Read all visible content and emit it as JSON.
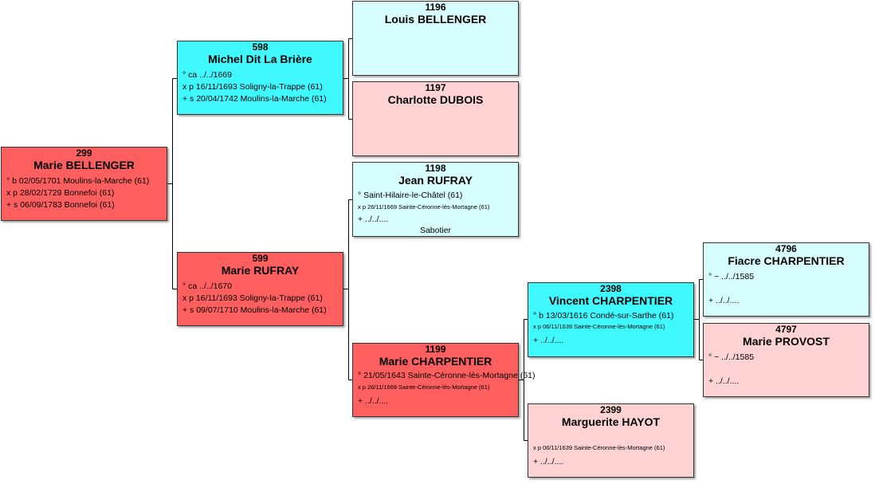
{
  "colors": {
    "red": "#ff5f5f",
    "pink": "#ffd3d3",
    "cyan": "#3ff9ff",
    "light_cyan": "#d8ffff"
  },
  "persons": {
    "p299": {
      "num": "299",
      "name": "Marie BELLENGER",
      "lines": [
        "° b 02/05/1701 Moulins-la-Marche (61)",
        "x p 28/02/1729 Bonnefoi (61)",
        "+ s 06/09/1783 Bonnefoi (61)"
      ]
    },
    "p598": {
      "num": "598",
      "name": "Michel Dit La Brière",
      "lines": [
        "° ca ../../1669",
        "x p 16/11/1693 Soligny-la-Trappe (61)",
        "+ s 20/04/1742 Moulins-la-Marche (61)"
      ]
    },
    "p599": {
      "num": "599",
      "name": "Marie RUFRAY",
      "lines": [
        "° ca ../../1670",
        "x p 16/11/1693 Soligny-la-Trappe (61)",
        "+ s 09/07/1710 Moulins-la-Marche (61)"
      ]
    },
    "p1196": {
      "num": "1196",
      "name": "Louis BELLENGER"
    },
    "p1197": {
      "num": "1197",
      "name": "Charlotte DUBOIS"
    },
    "p1198": {
      "num": "1198",
      "name": "Jean RUFRAY",
      "lines": [
        "° Saint-Hilaire-le-Châtel (61)",
        "x p 26/11/1669 Sainte-Céronne-lès-Mortagne (61)",
        "+ ../../...."
      ],
      "occupation": "Sabotier"
    },
    "p1199": {
      "num": "1199",
      "name": "Marie CHARPENTIER",
      "lines": [
        "° 21/05/1643 Sainte-Céronne-lès-Mortagne (61)",
        "x p 26/11/1669 Sainte-Céronne-lès-Mortagne (61)",
        "+ ../../...."
      ]
    },
    "p2398": {
      "num": "2398",
      "name": "Vincent CHARPENTIER",
      "lines": [
        "° b 13/03/1616 Condé-sur-Sarthe (61)",
        "x p 06/11/1639 Sainte-Céronne-lès-Mortagne (61)",
        "+ ../../...."
      ]
    },
    "p2399": {
      "num": "2399",
      "name": "Marguerite HAYOT",
      "lines": [
        "x p 06/11/1639 Sainte-Céronne-lès-Mortagne (61)",
        "+ ../../...."
      ]
    },
    "p4796": {
      "num": "4796",
      "name": "Fiacre CHARPENTIER",
      "lines": [
        "° ~ ../../1585",
        "+ ../../...."
      ]
    },
    "p4797": {
      "num": "4797",
      "name": "Marie PROVOST",
      "lines": [
        "° ~ ../../1585",
        "+ ../../...."
      ]
    }
  }
}
